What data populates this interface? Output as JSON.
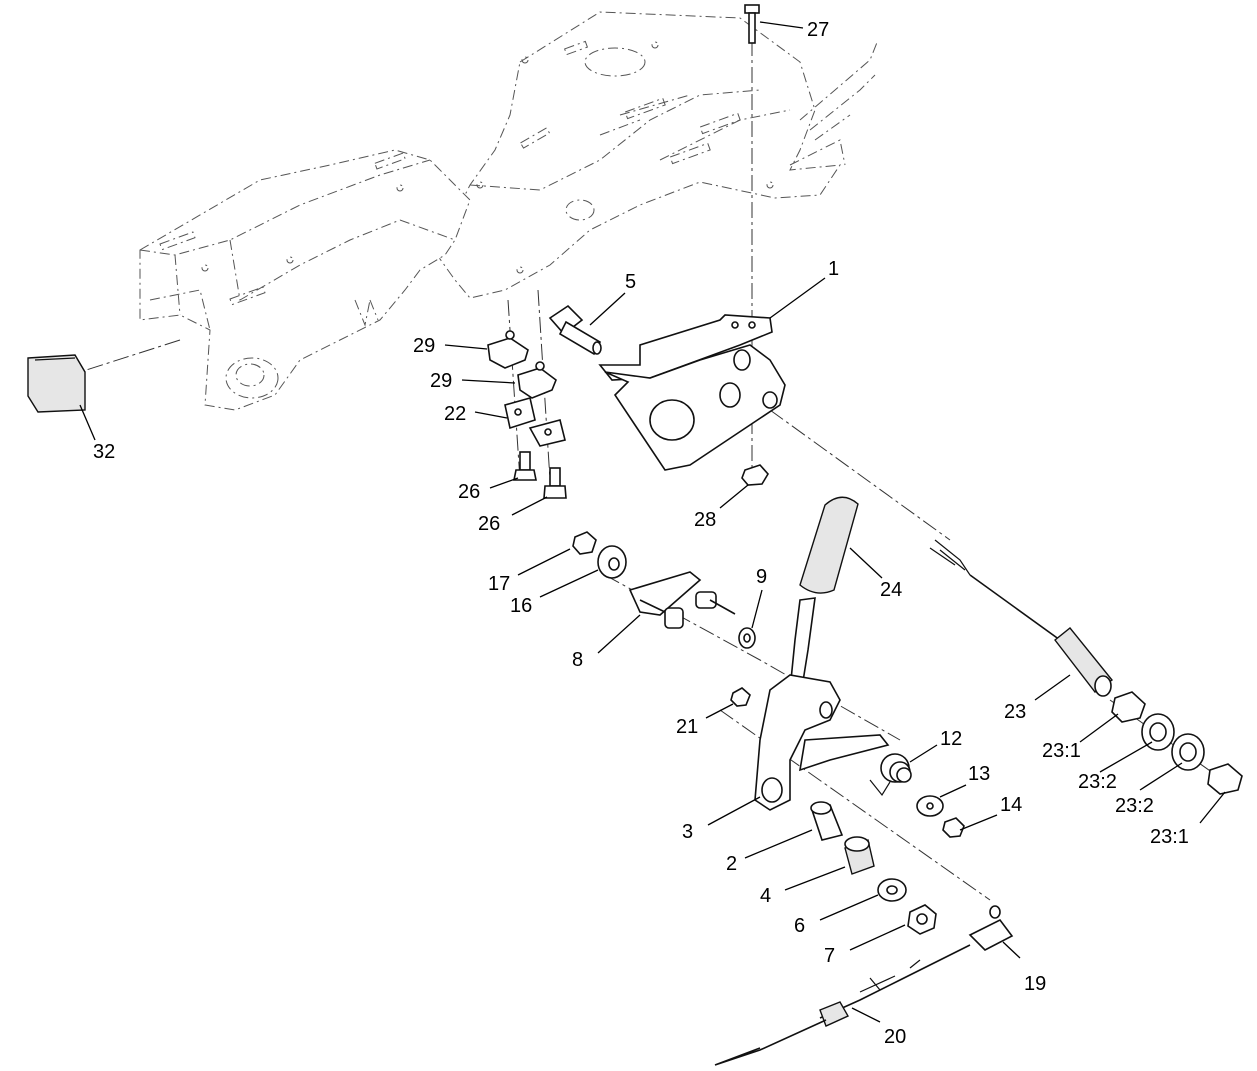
{
  "callouts": [
    {
      "label": "27"
    },
    {
      "label": "1"
    },
    {
      "label": "5"
    },
    {
      "label": "29"
    },
    {
      "label": "29"
    },
    {
      "label": "22"
    },
    {
      "label": "32"
    },
    {
      "label": "26"
    },
    {
      "label": "26"
    },
    {
      "label": "28"
    },
    {
      "label": "17"
    },
    {
      "label": "16"
    },
    {
      "label": "9"
    },
    {
      "label": "24"
    },
    {
      "label": "8"
    },
    {
      "label": "21"
    },
    {
      "label": "23"
    },
    {
      "label": "12"
    },
    {
      "label": "13"
    },
    {
      "label": "14"
    },
    {
      "label": "23:1"
    },
    {
      "label": "23:2"
    },
    {
      "label": "23:2"
    },
    {
      "label": "23:1"
    },
    {
      "label": "3"
    },
    {
      "label": "2"
    },
    {
      "label": "4"
    },
    {
      "label": "6"
    },
    {
      "label": "7"
    },
    {
      "label": "19"
    },
    {
      "label": "20"
    }
  ]
}
